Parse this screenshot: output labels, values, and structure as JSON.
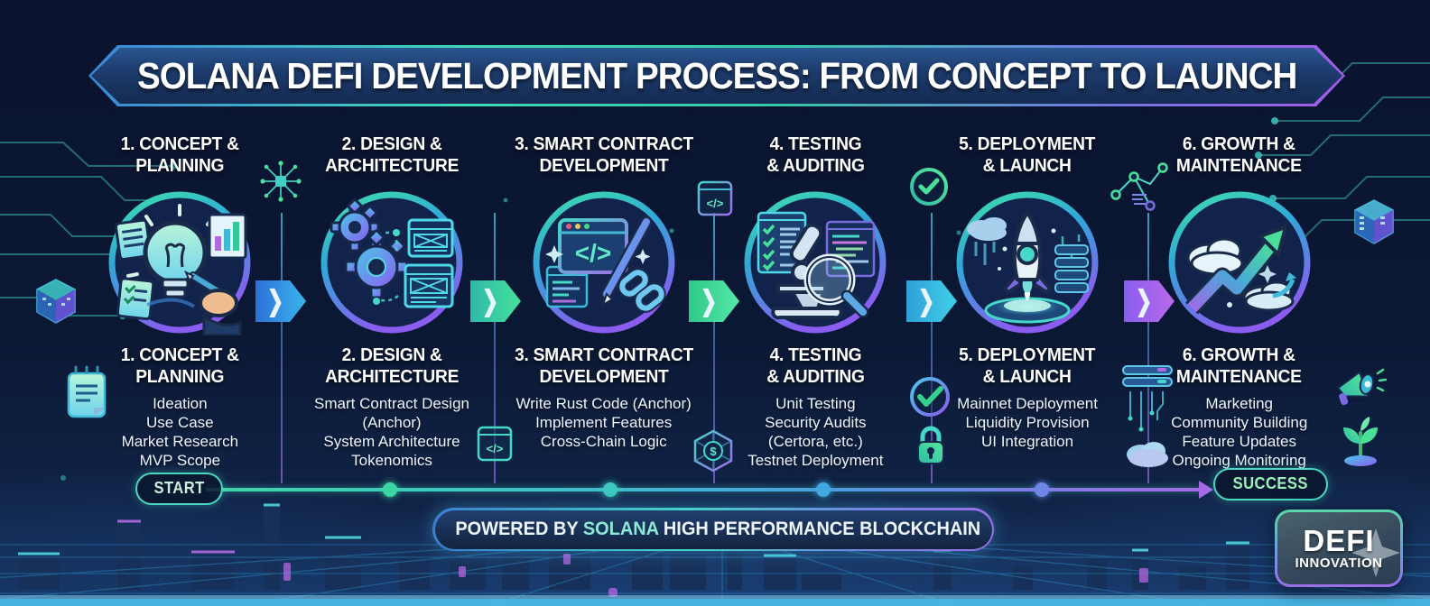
{
  "header": {
    "title": "SOLANA DEFI DEVELOPMENT PROCESS: FROM CONCEPT TO LAUNCH"
  },
  "stages": [
    {
      "line1": "1. CONCEPT &",
      "line2": "PLANNING",
      "items": [
        "Ideation",
        "Use Case",
        "Market Research",
        "MVP Scope"
      ]
    },
    {
      "line1": "2. DESIGN &",
      "line2": "ARCHITECTURE",
      "items": [
        "Smart Contract Design",
        "(Anchor)",
        "System Architecture",
        "Tokenomics"
      ]
    },
    {
      "line1": "3. SMART CONTRACT",
      "line2": "DEVELOPMENT",
      "items": [
        "Write Rust Code (Anchor)",
        "Implement Features",
        "Cross-Chain Logic"
      ]
    },
    {
      "line1": "4. TESTING",
      "line2": "& AUDITING",
      "items": [
        "Unit Testing",
        "Security Audits",
        "(Certora, etc.)",
        "Testnet Deployment"
      ]
    },
    {
      "line1": "5. DEPLOYMENT",
      "line2": "& LAUNCH",
      "items": [
        "Mainnet Deployment",
        "Liquidity Provision",
        "UI Integration"
      ]
    },
    {
      "line1": "6. GROWTH &",
      "line2": "MAINTENANCE",
      "items": [
        "Marketing",
        "Community Building",
        "Feature Updates",
        "Ongoing Monitoring"
      ]
    }
  ],
  "timeline": {
    "start": "START",
    "end": "SUCCESS"
  },
  "footer": {
    "powered_prefix": "POWERED BY ",
    "brand": "SOLANA",
    "powered_suffix": " HIGH PERFORMANCE BLOCKCHAIN"
  },
  "badge": {
    "line1": "DEFI",
    "line2": "INNOVATION"
  },
  "colors": {
    "background": "#0b1834",
    "accent_teal": "#3fd6a5",
    "accent_blue": "#38b6dc",
    "accent_purple": "#a66ae8",
    "brand_teal": "#8fe8d6",
    "text": "#ffffff"
  }
}
